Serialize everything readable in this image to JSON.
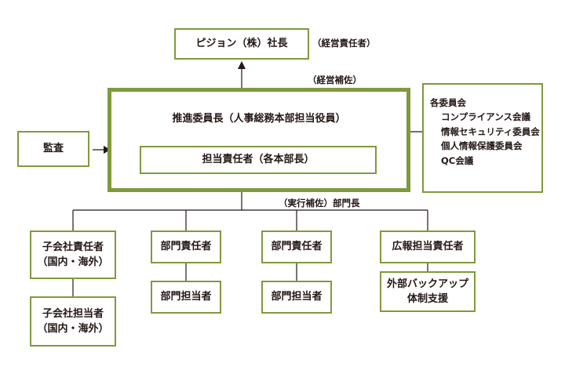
{
  "president": "ピジョン（株）社長",
  "president_note": "（経営責任者）",
  "assist_note": "（経営補佐）",
  "audit": "監査",
  "promoter": "推進委員長（人事総務本部担当役員）",
  "officer": "担当責任者（各本部長）",
  "committees": {
    "title": "各委員会",
    "items": [
      "コンプライアンス会議",
      "情報セキュリティ委員会",
      "個人情報保護委員会",
      "QC会議"
    ]
  },
  "exec_note": "（実行補佐）部門長",
  "units": {
    "subsidiary_head": [
      "子会社責任者",
      "（国内・海外）"
    ],
    "subsidiary_staff": [
      "子会社担当者",
      "（国内・海外）"
    ],
    "dept_head_1": "部門責任者",
    "dept_staff_1": "部門担当者",
    "dept_head_2": "部門責任者",
    "dept_staff_2": "部門担当者",
    "pr_head": "広報担当責任者",
    "external": [
      "外部バックアップ",
      "体制支援"
    ]
  }
}
